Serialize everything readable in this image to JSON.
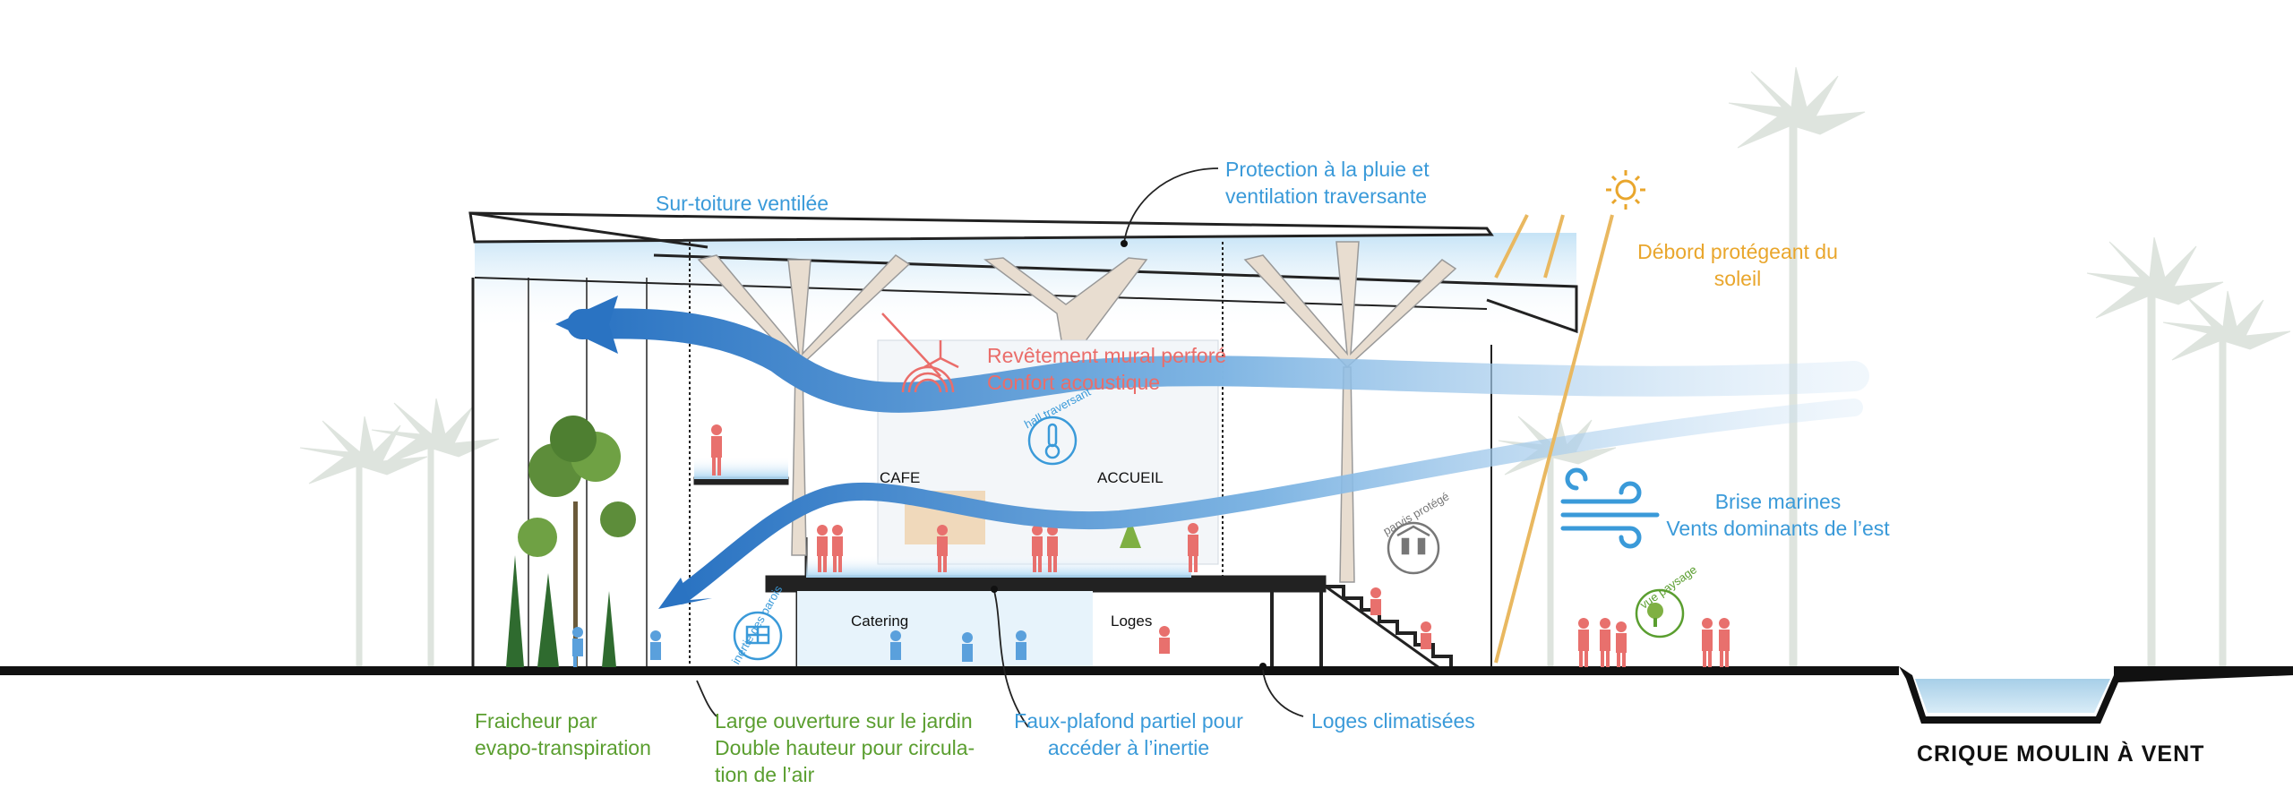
{
  "labels": {
    "sur_toiture": "Sur-toiture ventilée",
    "protection_line1": "Protection à la pluie et",
    "protection_line2": "ventilation traversante",
    "debord_line1": "Débord protégeant du",
    "debord_line2": "soleil",
    "revetement_line1": "Revêtement mural perforé",
    "revetement_line2": "Confort acoustique",
    "brise_line1": "Brise marines",
    "brise_line2": "Vents dominants de l’est",
    "fraicheur_line1": "Fraicheur par",
    "fraicheur_line2": "evapo-transpiration",
    "ouverture_line1": "Large ouverture sur le jardin",
    "ouverture_line2": "Double hauteur pour circula-",
    "ouverture_line3": "tion de l’air",
    "fauxplafond_line1": "Faux-plafond partiel pour",
    "fauxplafond_line2": "accéder à l’inertie",
    "loges_clim": "Loges climatisées",
    "caption": "CRIQUE MOULIN À VENT"
  },
  "rooms": {
    "cafe": "CAFE",
    "accueil": "ACCUEIL",
    "catering": "Catering",
    "loges": "Loges"
  },
  "badges": {
    "hall": "hall traversant",
    "parvis": "parvis protégé",
    "vue": "vue paysage",
    "inertie": "inertie des parois"
  },
  "icons": [
    "acoustic-icon",
    "thermometer-icon",
    "wind-icon",
    "sun-icon",
    "people-icon",
    "tree-eye-icon",
    "building-icon"
  ],
  "colors": {
    "blue": "#3a9ad9",
    "green": "#5a9e2f",
    "orange": "#e9a62c",
    "red": "#ea6d6a",
    "airflow": "#2f7fca"
  }
}
